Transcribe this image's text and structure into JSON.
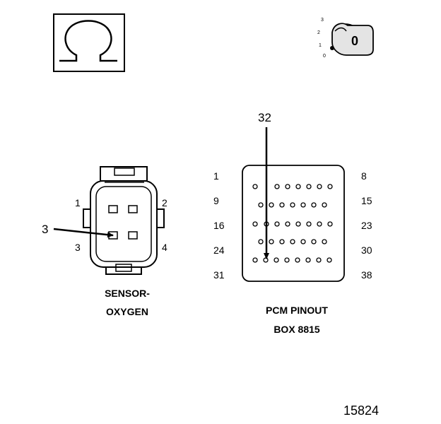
{
  "ohm_symbol": {
    "glyph": "Ω",
    "icon": "ohmmeter-icon"
  },
  "ignition_key": {
    "icon": "ignition-key-icon",
    "positions": [
      "3",
      "2",
      "1",
      "0"
    ],
    "key_label": "0"
  },
  "sensor_connector": {
    "caption_line1": "SENSOR-",
    "caption_line2": "OXYGEN",
    "pin_labels": [
      "1",
      "2",
      "3",
      "4"
    ],
    "test_pin": "3"
  },
  "pcm_connector": {
    "caption_line1": "PCM PINOUT",
    "caption_line2": "BOX 8815",
    "row_labels_left": [
      "1",
      "9",
      "16",
      "24",
      "31"
    ],
    "row_labels_right": [
      "8",
      "15",
      "23",
      "30",
      "38"
    ],
    "test_pin": "32"
  },
  "figure_number": "15824"
}
